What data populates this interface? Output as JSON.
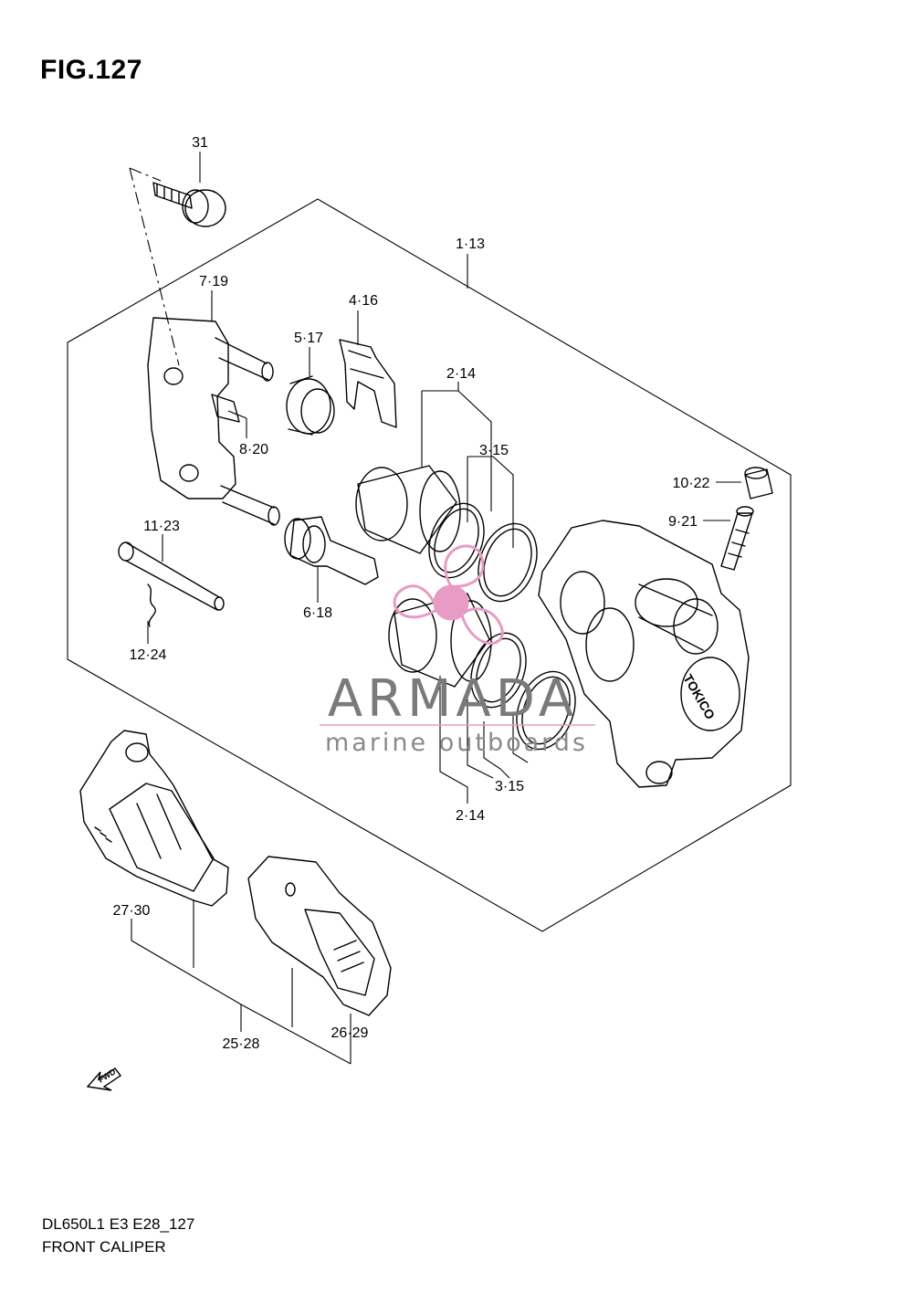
{
  "figure": {
    "title": "FIG.127",
    "model_code": "DL650L1 E3 E28_127",
    "name": "FRONT CALIPER"
  },
  "callouts": [
    {
      "id": "c31",
      "label": "31"
    },
    {
      "id": "c1_13",
      "label": "1·13"
    },
    {
      "id": "c7_19",
      "label": "7·19"
    },
    {
      "id": "c4_16",
      "label": "4·16"
    },
    {
      "id": "c5_17",
      "label": "5·17"
    },
    {
      "id": "c2_14_top",
      "label": "2·14"
    },
    {
      "id": "c3_15_top",
      "label": "3·15"
    },
    {
      "id": "c8_20",
      "label": "8·20"
    },
    {
      "id": "c10_22",
      "label": "10·22"
    },
    {
      "id": "c9_21",
      "label": "9·21"
    },
    {
      "id": "c11_23",
      "label": "11·23"
    },
    {
      "id": "c6_18",
      "label": "6·18"
    },
    {
      "id": "c12_24",
      "label": "12·24"
    },
    {
      "id": "c3_15_bot",
      "label": "3·15"
    },
    {
      "id": "c2_14_bot",
      "label": "2·14"
    },
    {
      "id": "c27_30",
      "label": "27·30"
    },
    {
      "id": "c26_29",
      "label": "26·29"
    },
    {
      "id": "c25_28",
      "label": "25·28"
    }
  ],
  "caliper_marking": "TOKICO",
  "fwd_marking": "FWD",
  "watermark": {
    "brand": "ARMADA",
    "tagline": "marine outboards",
    "logo_color": "#e89bc4",
    "text_color": "#7a7a7a"
  }
}
